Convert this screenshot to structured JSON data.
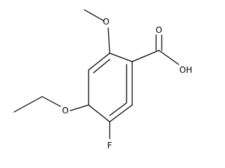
{
  "structure": {
    "atom_labels": {
      "methoxy_oxygen": "O",
      "carbonyl_oxygen": "O",
      "hydroxyl": "OH",
      "ethoxy_oxygen": "O",
      "fluorine": "F"
    },
    "colors": {
      "bond": "#000000",
      "label": "#000000",
      "background": "#ffffff"
    }
  }
}
